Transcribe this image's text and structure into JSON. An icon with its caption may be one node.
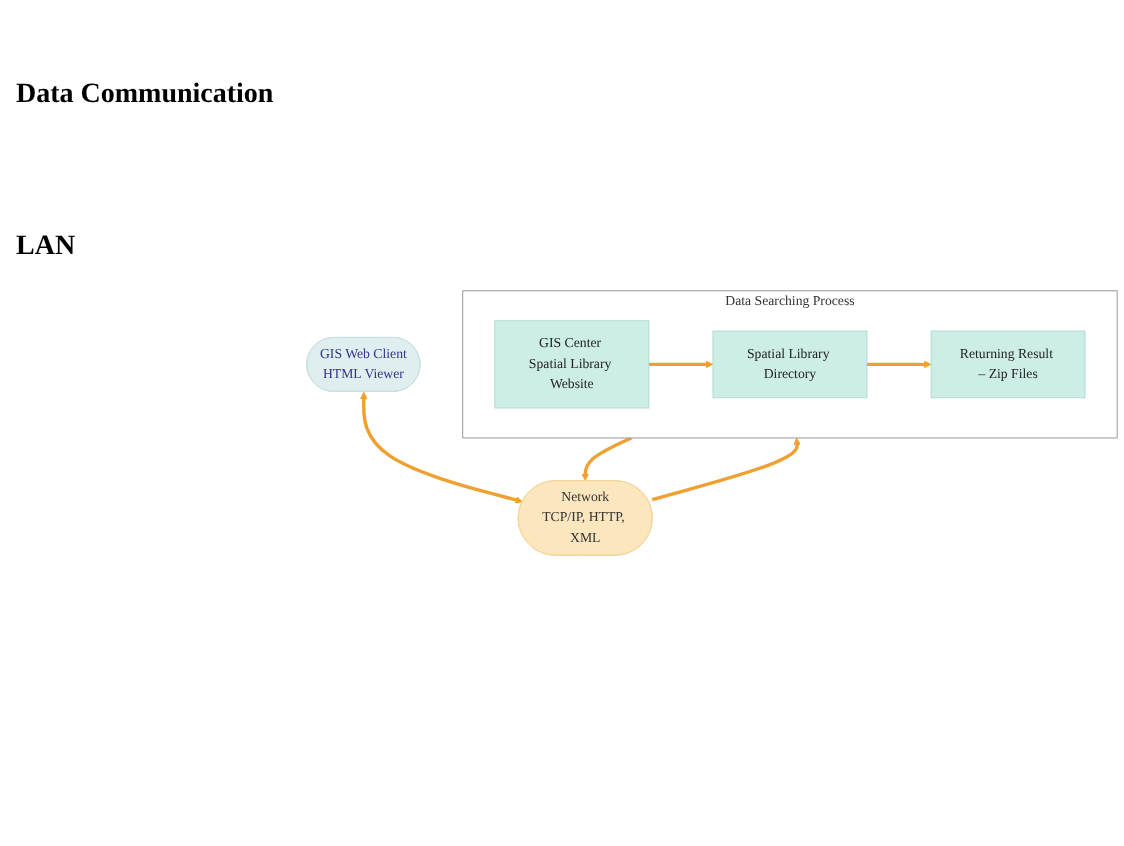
{
  "diagram": {
    "nodes": [
      {
        "text": [
          "GIS Web Client",
          "HTML Viewer"
        ]
      },
      {
        "text": [
          "Network",
          "TCP/IP, HTTP, XML"
        ]
      },
      {
        "text": [
          "Data Searching Process"
        ]
      },
      {
        "text": [
          "GIS Center Spatial Library Website"
        ],
        "in": 2
      },
      {
        "text": [
          "Spatial Library Directory"
        ],
        "in": 2
      },
      {
        "text": [
          "Returning Result – Zip Files"
        ],
        "in": 2
      }
    ],
    "edges": [
      {
        "from": 0,
        "to": 1,
        "arrow": "both"
      },
      {
        "from": 1,
        "to": 2,
        "arrow": "to"
      },
      {
        "from": 3,
        "to": 4,
        "arrow": "to"
      },
      {
        "from": 4,
        "to": 5,
        "arrow": "to"
      },
      {
        "from": 2,
        "to": 1,
        "arrow": "to"
      }
    ],
    "labels": [
      "Data Communication",
      "LAN"
    ]
  }
}
